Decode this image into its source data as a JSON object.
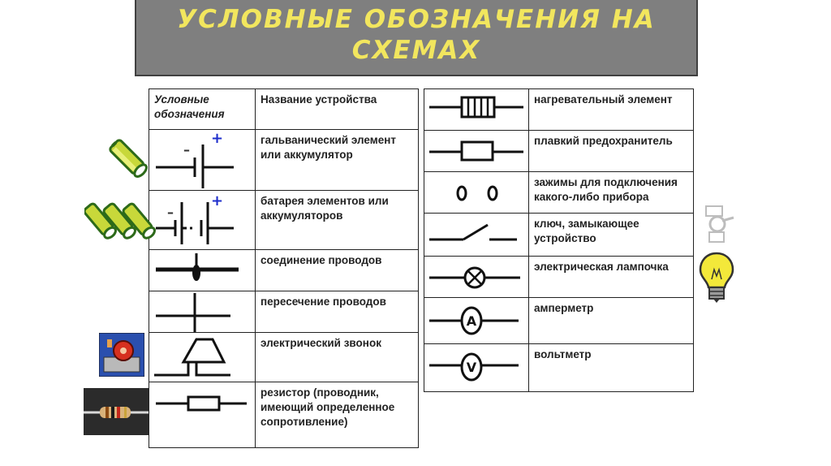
{
  "title": {
    "line1": "УСЛОВНЫЕ ОБОЗНАЧЕНИЯ  НА",
    "line2": "СХЕМАХ"
  },
  "left_table": {
    "header": {
      "symbol": "Условные обозначения",
      "name": "Название устройства"
    },
    "rows": [
      {
        "icon": "galvanic-cell-symbol",
        "name": "гальванический элемент или аккумулятор"
      },
      {
        "icon": "battery-symbol",
        "name": "батарея элементов или аккумуляторов"
      },
      {
        "icon": "wire-junction-symbol",
        "name": "соединение проводов"
      },
      {
        "icon": "wire-crossing-symbol",
        "name": "пересечение проводов"
      },
      {
        "icon": "electric-bell-symbol",
        "name": "электрический звонок"
      },
      {
        "icon": "resistor-symbol",
        "name": "резистор (проводник, имеющий определенное сопротивление)"
      }
    ]
  },
  "right_table": {
    "rows": [
      {
        "icon": "heating-element-symbol",
        "name": "нагревательный элемент"
      },
      {
        "icon": "fuse-symbol",
        "name": "плавкий предохранитель"
      },
      {
        "icon": "terminals-symbol",
        "name": "зажимы для подключения какого-либо прибора"
      },
      {
        "icon": "switch-symbol",
        "name": "ключ, замыкающее устройство"
      },
      {
        "icon": "lamp-symbol",
        "name": "электрическая лампочка"
      },
      {
        "icon": "ammeter-symbol",
        "name": "амперметр"
      },
      {
        "icon": "voltmeter-symbol",
        "name": "вольтметр"
      }
    ]
  },
  "symbol_glyphs": {
    "plus": "+",
    "minus": "–",
    "ammeter": "A",
    "voltmeter": "V"
  },
  "side_images": [
    "battery-icon",
    "batteries-icon",
    "bell-icon",
    "resistor-photo-icon",
    "switch-icon",
    "lightbulb-icon"
  ]
}
